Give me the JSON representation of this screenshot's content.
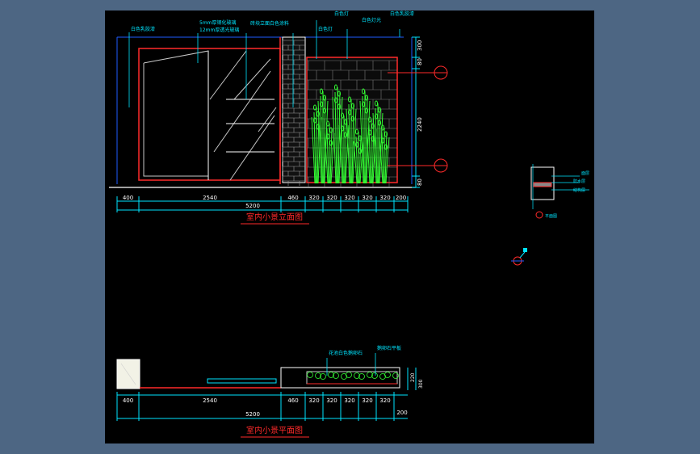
{
  "drawing": {
    "colors": {
      "background": "#4d6683",
      "canvas": "#000000",
      "dimension": "#00e5ff",
      "wall": "#ff2a2a",
      "outline": "#ffffff",
      "plant": "#33ff33",
      "glass": "#c8c8c8",
      "accent_blue": "#1e5bff",
      "title_underline": "#ff2a2a"
    },
    "elevation": {
      "title": "室内小景立面图",
      "top_notes": [
        "白色乳胶漆",
        "5mm厚钢化玻璃",
        "12mm厚透光玻璃",
        "砖块立面白色涂料",
        "白色灯",
        "白色灯光",
        "白色灯",
        "白色乳胶漆"
      ],
      "dims_bottom": [
        "400",
        "2540",
        "460",
        "320",
        "320",
        "320",
        "320",
        "320",
        "200"
      ],
      "dim_total": "5200",
      "dims_right": [
        "300",
        "80",
        "2240",
        "80"
      ]
    },
    "plan": {
      "title": "室内小景平面图",
      "notes": [
        "花池白色鹅卵石",
        "鹅卵石平板"
      ],
      "dims_bottom": [
        "400",
        "2540",
        "460",
        "320",
        "320",
        "320",
        "320",
        "320"
      ],
      "dim_total": "5200",
      "dim_edge": "200",
      "dims_right": [
        "220",
        "300"
      ]
    },
    "detail": {
      "labels": [
        "面层",
        "防水层",
        "结构层"
      ],
      "marker": "平面图"
    }
  }
}
